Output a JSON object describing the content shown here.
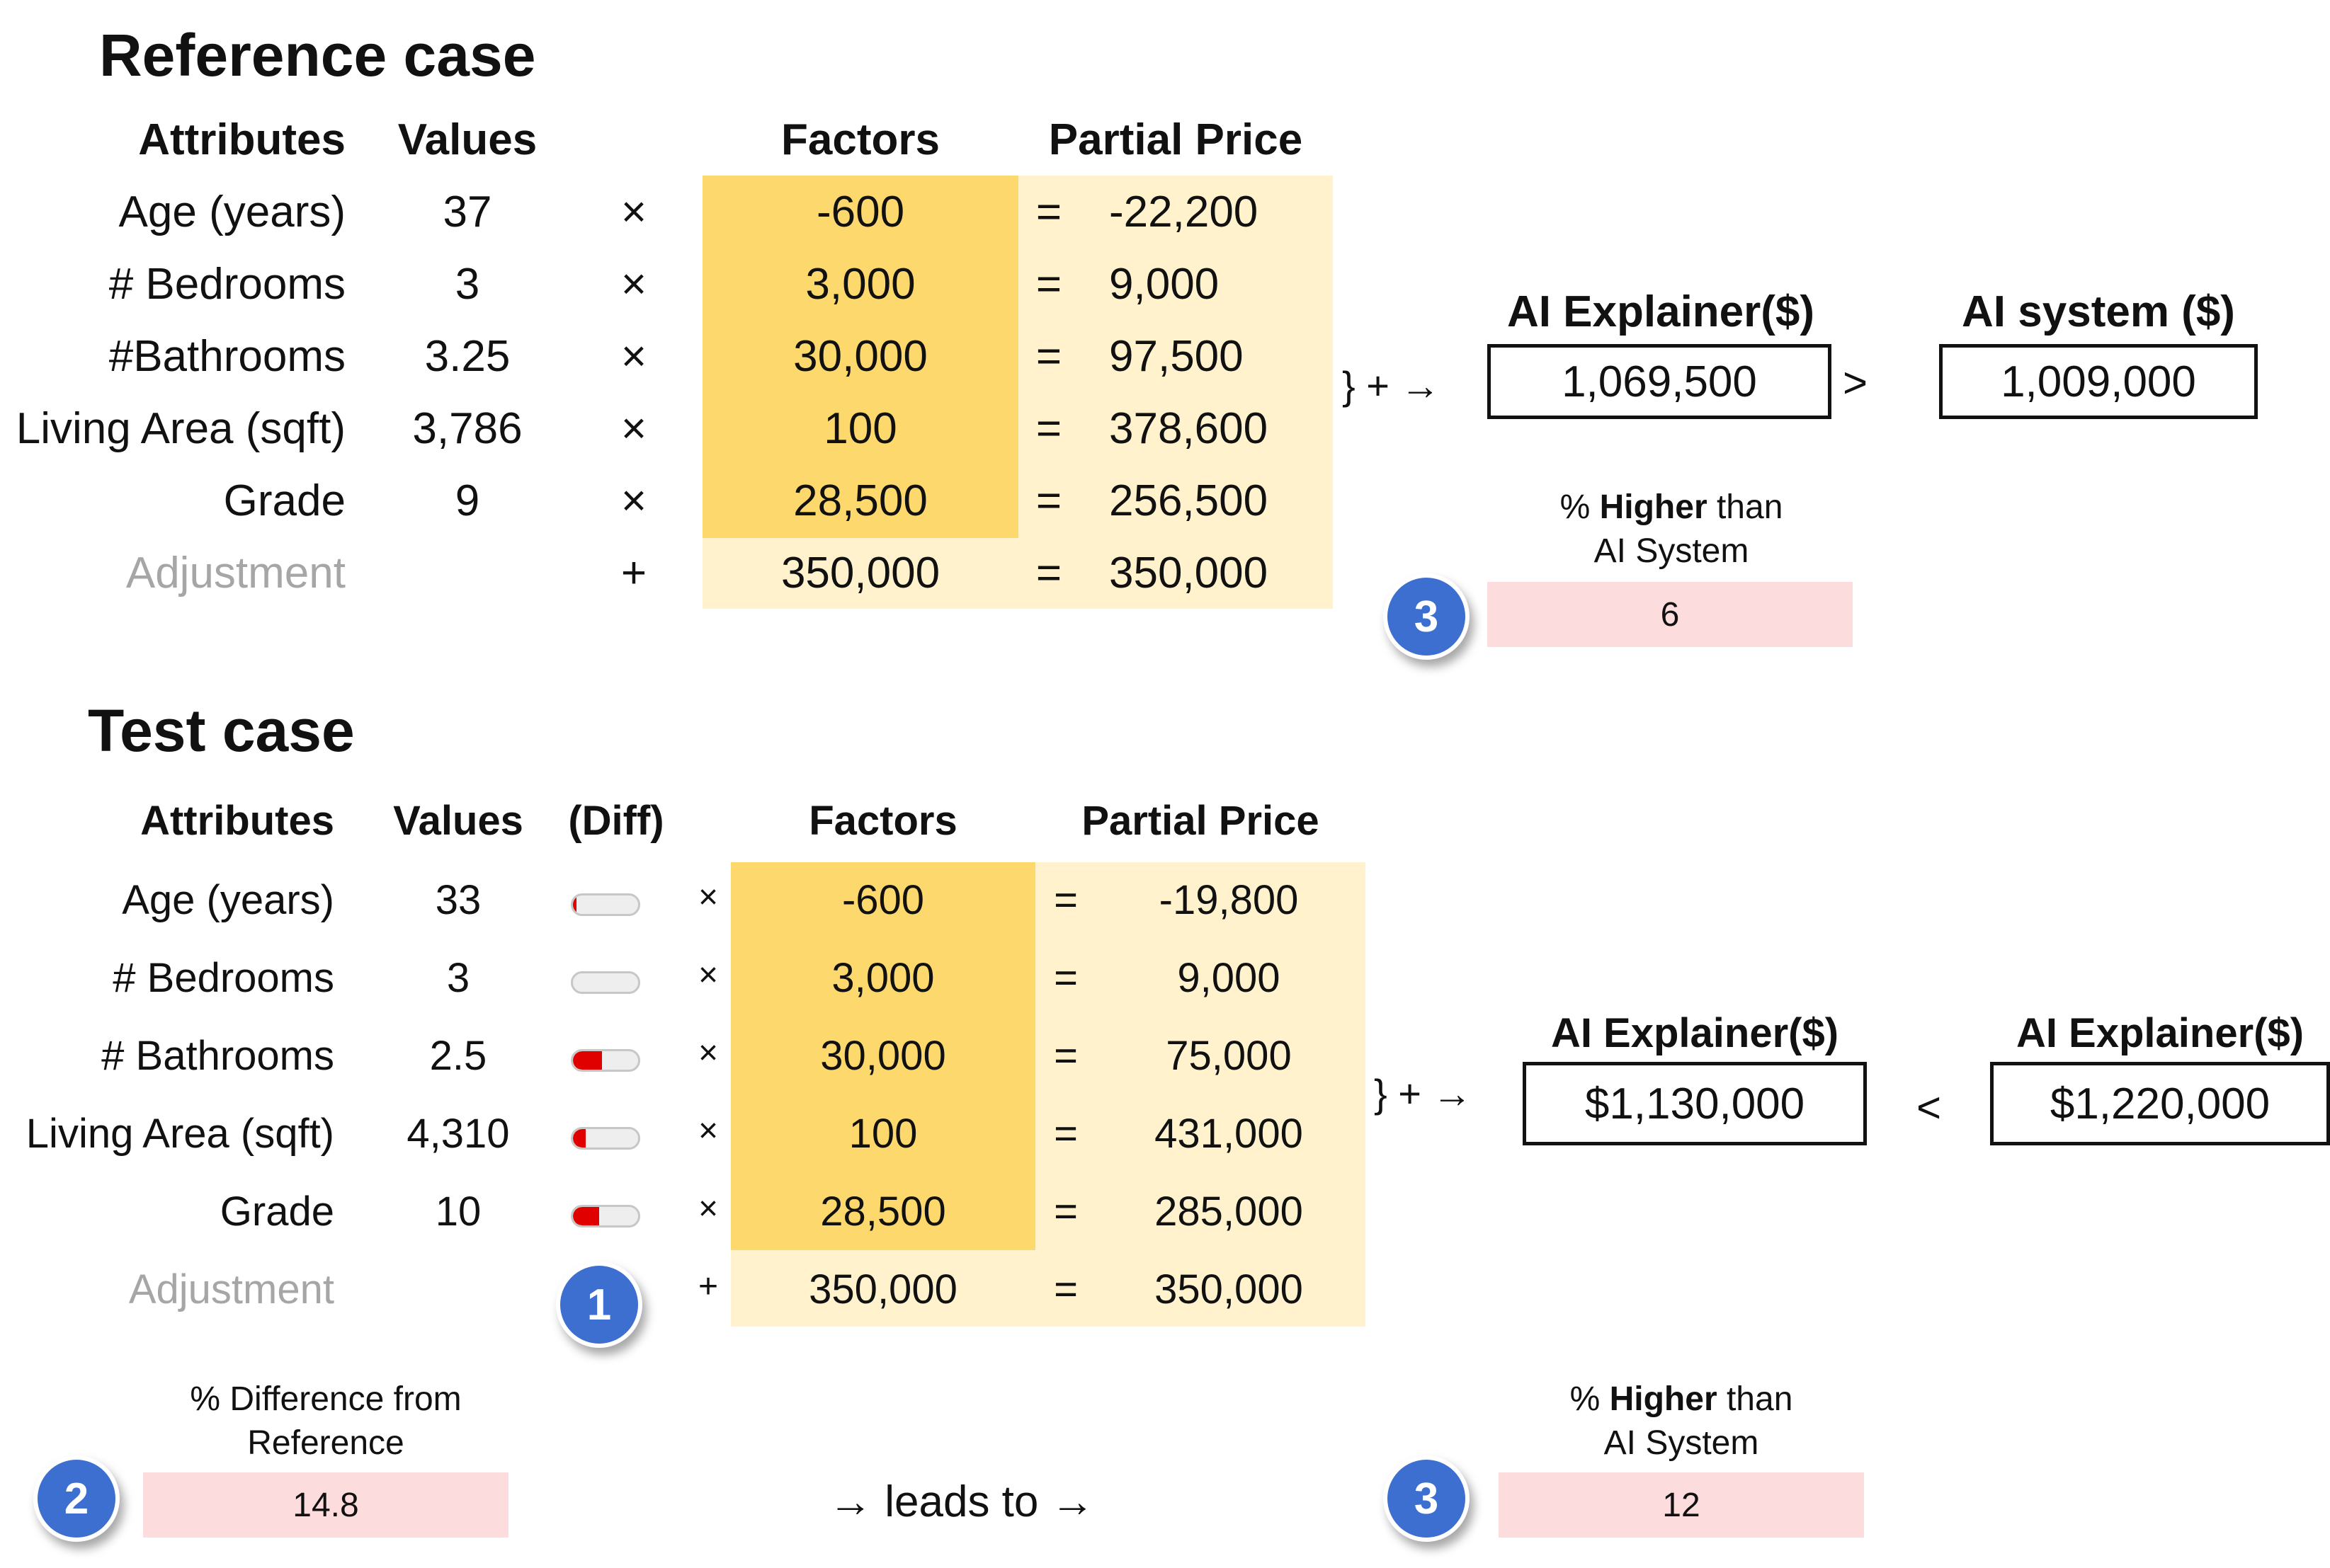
{
  "reference": {
    "title": "Reference case",
    "headers": {
      "attributes": "Attributes",
      "values": "Values",
      "factors": "Factors",
      "partial": "Partial Price"
    },
    "rows": [
      {
        "attr": "Age (years)",
        "value": "37",
        "op": "×",
        "factor": "-600",
        "eq": "=",
        "partial": "-22,200"
      },
      {
        "attr": "# Bedrooms",
        "value": "3",
        "op": "×",
        "factor": "3,000",
        "eq": "=",
        "partial": "9,000"
      },
      {
        "attr": "#Bathrooms",
        "value": "3.25",
        "op": "×",
        "factor": "30,000",
        "eq": "=",
        "partial": "97,500"
      },
      {
        "attr": "Living Area (sqft)",
        "value": "3,786",
        "op": "×",
        "factor": "100",
        "eq": "=",
        "partial": "378,600"
      },
      {
        "attr": "Grade",
        "value": "9",
        "op": "×",
        "factor": "28,500",
        "eq": "=",
        "partial": "256,500"
      },
      {
        "attr": "Adjustment",
        "value": "",
        "op": "+",
        "factor": "350,000",
        "eq": "=",
        "partial": "350,000"
      }
    ],
    "sum_arrow": "} + →",
    "explainer_label": "AI Explainer($)",
    "explainer_value": "1,069,500",
    "compare": ">",
    "system_label": "AI system ($)",
    "system_value": "1,009,000",
    "pct_label_prefix": "% ",
    "pct_label_bold": "Higher",
    "pct_label_suffix": " than",
    "pct_label_line2": "AI System",
    "pct_value": "6",
    "badge": "3"
  },
  "test": {
    "title": "Test case",
    "headers": {
      "attributes": "Attributes",
      "values": "Values",
      "diff": "(Diff)",
      "factors": "Factors",
      "partial": "Partial Price"
    },
    "rows": [
      {
        "attr": "Age (years)",
        "value": "33",
        "diff": 0.05,
        "op": "×",
        "factor": "-600",
        "eq": "=",
        "partial": "-19,800"
      },
      {
        "attr": "# Bedrooms",
        "value": "3",
        "diff": 0,
        "op": "×",
        "factor": "3,000",
        "eq": "=",
        "partial": "9,000"
      },
      {
        "attr": "# Bathrooms",
        "value": "2.5",
        "diff": 0.45,
        "op": "×",
        "factor": "30,000",
        "eq": "=",
        "partial": "75,000"
      },
      {
        "attr": "Living Area (sqft)",
        "value": "4,310",
        "diff": 0.2,
        "op": "×",
        "factor": "100",
        "eq": "=",
        "partial": "431,000"
      },
      {
        "attr": "Grade",
        "value": "10",
        "diff": 0.4,
        "op": "×",
        "factor": "28,500",
        "eq": "=",
        "partial": "285,000"
      },
      {
        "attr": "Adjustment",
        "value": "",
        "op": "+",
        "factor": "350,000",
        "eq": "=",
        "partial": "350,000"
      }
    ],
    "badge_diff": "1",
    "sum_arrow": "} + →",
    "explainer_label": "AI Explainer($)",
    "explainer_value": "$1,130,000",
    "compare": "<",
    "system_label": "AI Explainer($)",
    "system_value": "$1,220,000",
    "pctdiff_line1": "% Difference from",
    "pctdiff_line2": "Reference",
    "pctdiff_value": "14.8",
    "badge_pctdiff": "2",
    "leads_to": "→ leads to →",
    "pct_label_prefix": "% ",
    "pct_label_bold": "Higher",
    "pct_label_suffix": " than",
    "pct_label_line2": "AI System",
    "pct_value": "12",
    "badge": "3"
  },
  "colors": {
    "factor": "#fdd86c",
    "partial": "#fff2cd",
    "pink": "#fcdcdc",
    "badge": "#3d6fd0",
    "diff_fill": "#e00000"
  }
}
